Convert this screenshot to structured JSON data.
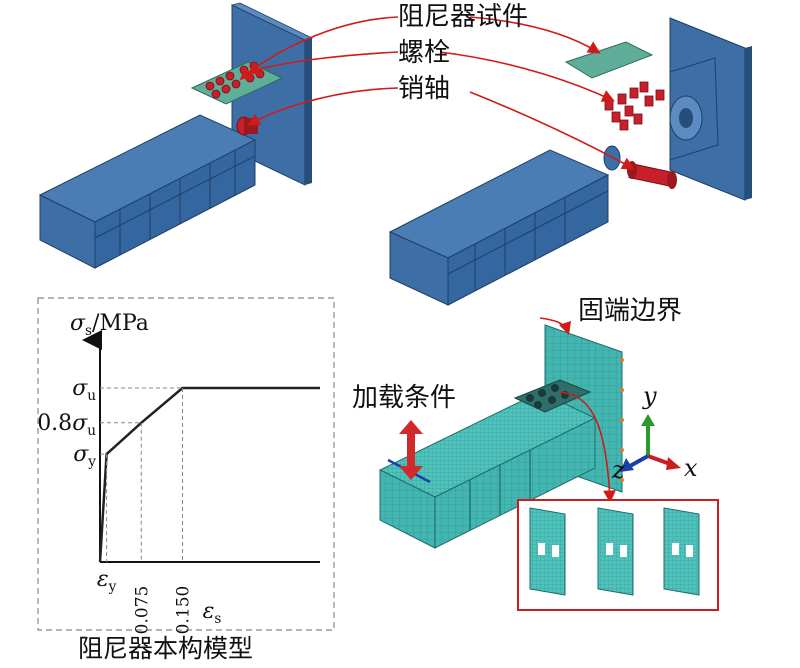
{
  "labels": {
    "damper_specimen": "阻尼器试件",
    "bolt": "螺栓",
    "pin": "销轴",
    "fixed_boundary": "固端边界",
    "loading_condition": "加载条件"
  },
  "axes_triad": {
    "x": "x",
    "y": "y",
    "z": "z"
  },
  "colors": {
    "steel_blue": "#3d6fa6",
    "steel_dark": "#274d7a",
    "plate_green": "#5fae9a",
    "bolt_red": "#c8202a",
    "mesh_cyan": "#43b6b1",
    "callout_red": "#d11a1a",
    "load_arrow": "#d12a2a"
  },
  "chart_data": {
    "type": "line",
    "title": "阻尼器本构模型",
    "ylabel_symbol": "σ",
    "ylabel_subscript": "s",
    "ylabel_unit": "/MPa",
    "xlabel_symbol": "ε",
    "xlabel_subscript": "s",
    "y_ticks": [
      {
        "symbol": "σ",
        "sub": "u",
        "prefix": ""
      },
      {
        "symbol": "σ",
        "sub": "u",
        "prefix": "0.8"
      },
      {
        "symbol": "σ",
        "sub": "y",
        "prefix": ""
      }
    ],
    "x_ticks": [
      {
        "symbol": "ε",
        "sub": "y"
      },
      {
        "label": "0.075"
      },
      {
        "label": "0.150"
      }
    ],
    "series": [
      {
        "x": [
          0,
          0.012,
          0.075,
          0.15,
          0.4
        ],
        "y": [
          0,
          0.62,
          0.8,
          1.0,
          1.0
        ]
      }
    ]
  }
}
